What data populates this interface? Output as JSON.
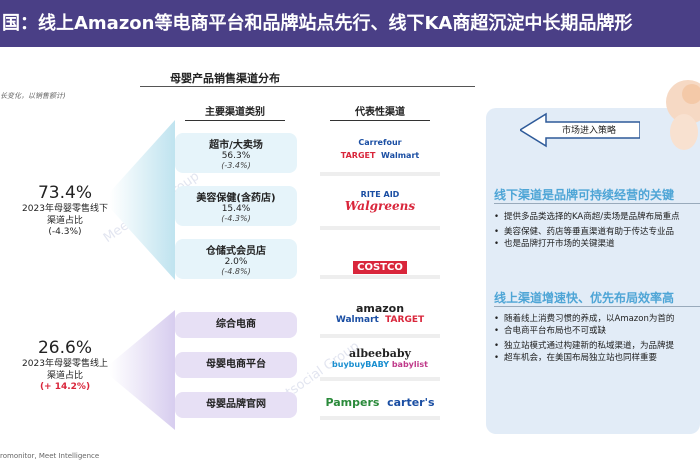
{
  "header": {
    "title": "国：线上Amazon等电商平台和品牌站点先行、线下KA商超沉淀中长期品牌形"
  },
  "chart": {
    "title": "母婴产品销售渠道分布",
    "note": "长变化，以销售额计)",
    "col_main": "主要渠道类别",
    "col_rep": "代表性渠道"
  },
  "offline": {
    "pct": "73.4%",
    "label": "2023年母婴零售线下渠道占比",
    "change": "(-4.3%)"
  },
  "online": {
    "pct": "26.6%",
    "label": "2023年母婴零售线上渠道占比",
    "change": "(+ 14.2%)"
  },
  "channels": [
    {
      "name": "超市/大卖场",
      "share": "56.3%",
      "change": "(-3.4%)"
    },
    {
      "name": "美容保健(含药店)",
      "share": "15.4%",
      "change": "(-4.3%)"
    },
    {
      "name": "仓储式会员店",
      "share": "2.0%",
      "change": "(-4.8%)"
    },
    {
      "name": "综合电商"
    },
    {
      "name": "母婴电商平台"
    },
    {
      "name": "母婴品牌官网"
    }
  ],
  "logos": {
    "carrefour": "Carrefour",
    "target": "TARGET",
    "walmart": "Walmart",
    "riteaid": "RITE AID",
    "walgreens": "Walgreens",
    "costco": "COSTCO",
    "amazon": "amazon",
    "albeebaby": "albeebaby",
    "buybuybaby": "buybuyBABY",
    "babylist": "babylist",
    "pampers": "Pampers",
    "carters": "carter's"
  },
  "panel": {
    "arrow": "市场进入策略",
    "offline_heading": "线下渠道是品牌可持续经营的关键",
    "offline_bullets": [
      "提供多品类选择的KA商超/卖场是品牌布局重点",
      "美容保健、药店等垂直渠道有助于传达专业品",
      "也是品牌打开市场的关键渠道"
    ],
    "online_heading": "线上渠道增速快、优先布局效率高",
    "online_bullets": [
      "随着线上消费习惯的养成，以Amazon为首的",
      "合电商平台布局也不可或缺",
      "独立站模式通过构建新的私域渠道，为品牌提",
      "超车机会，在美国布局独立站也同样重要"
    ]
  },
  "source": "romonitor, Meet Intelligence",
  "watermark": "Meetsocial Group",
  "colors": {
    "header_bg": "#4a3f86",
    "accent": "#4ea5d6",
    "red": "#d9263b"
  }
}
